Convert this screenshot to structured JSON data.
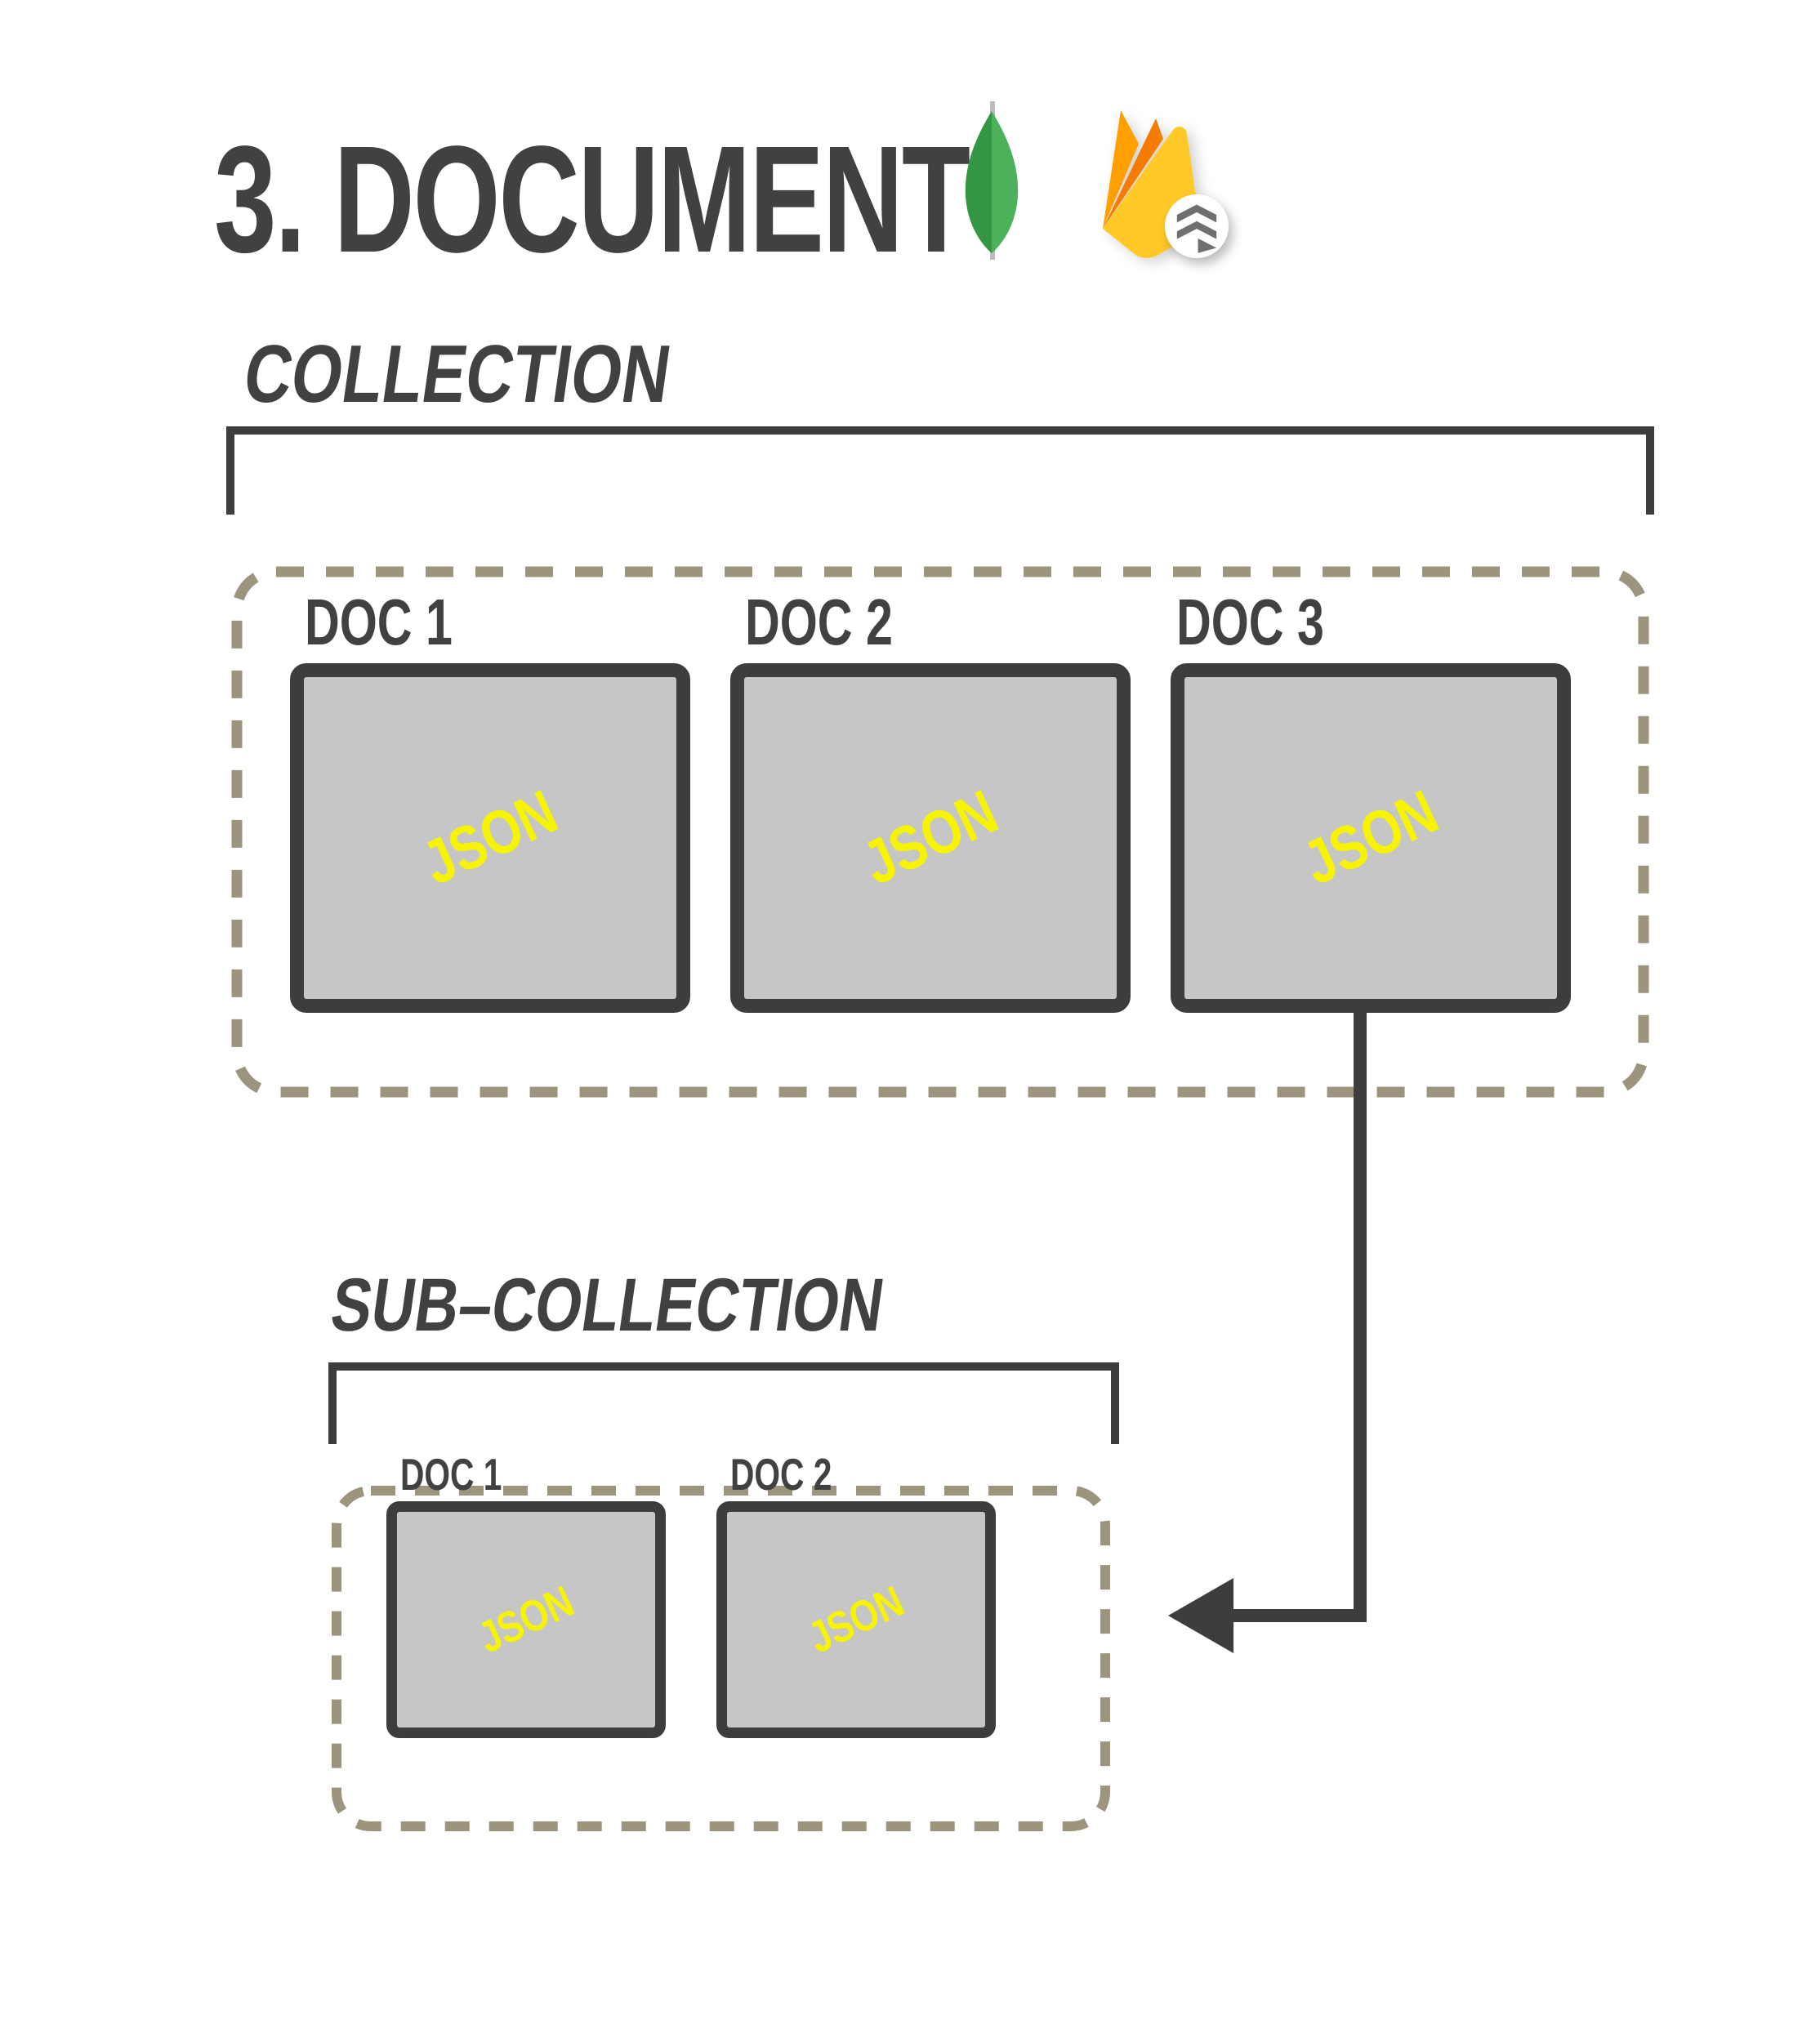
{
  "header": {
    "title": "3. DOCUMENT",
    "icons": {
      "mongodb": "mongodb-leaf-icon",
      "firebase": "firebase-flame-icon",
      "firestore_badge": "firestore-badge-icon"
    }
  },
  "collection": {
    "label": "COLLECTION",
    "docs": [
      {
        "label": "DOC 1",
        "content": "JSON"
      },
      {
        "label": "DOC 2",
        "content": "JSON"
      },
      {
        "label": "DOC 3",
        "content": "JSON"
      }
    ]
  },
  "subcollection": {
    "label": "SUB–COLLECTION",
    "docs": [
      {
        "label": "DOC 1",
        "content": "JSON"
      },
      {
        "label": "DOC 2",
        "content": "JSON"
      }
    ]
  },
  "colors": {
    "text_dark": "#414141",
    "line_dark": "#3d3d3d",
    "box_fill": "#c6c6c6",
    "box_border": "#3d3d3d",
    "dash_border": "#9d947e",
    "json_yellow": "#f7f400",
    "mongo_green_left": "#349644",
    "mongo_green_right": "#4cb15a",
    "mongo_stem_gray": "#b9bfbf",
    "firebase_amber": "#ffa000",
    "firebase_orange": "#f57c00",
    "firebase_yellow": "#ffca28",
    "firestore_gray": "#6f6f6f"
  }
}
